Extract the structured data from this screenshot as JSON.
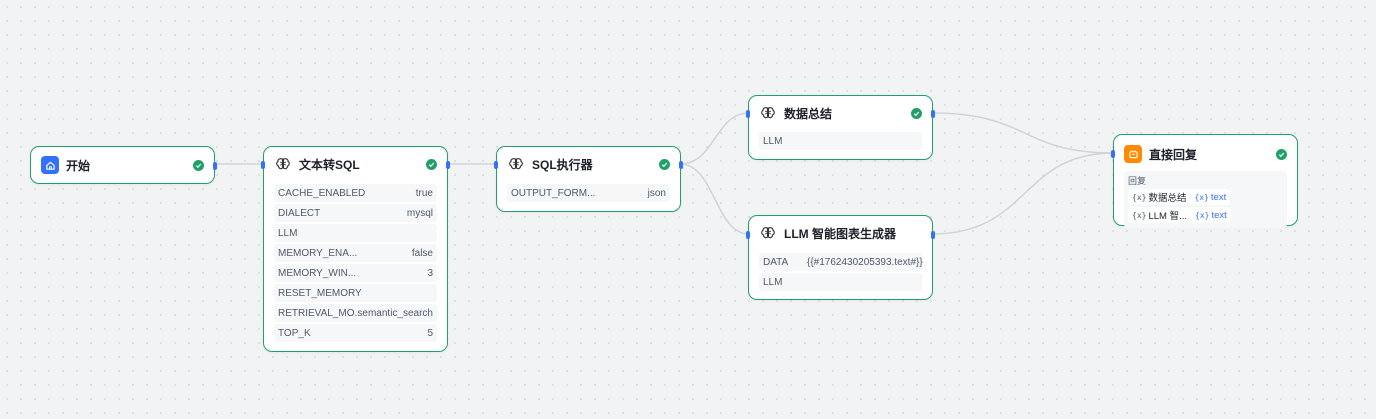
{
  "nodes": {
    "start": {
      "title": "开始",
      "icon": "home-icon"
    },
    "text2sql": {
      "title": "文本转SQL",
      "icon": "brain-icon",
      "params": [
        {
          "key": "CACHE_ENABLED",
          "value": "true"
        },
        {
          "key": "DIALECT",
          "value": "mysql"
        },
        {
          "key": "LLM",
          "value": ""
        },
        {
          "key": "MEMORY_ENA...",
          "value": "false"
        },
        {
          "key": "MEMORY_WIN...",
          "value": "3"
        },
        {
          "key": "RESET_MEMORY",
          "value": ""
        },
        {
          "key": "RETRIEVAL_MO...",
          "value": "semantic_search"
        },
        {
          "key": "TOP_K",
          "value": "5"
        }
      ]
    },
    "sqlexec": {
      "title": "SQL执行器",
      "icon": "brain-icon",
      "params": [
        {
          "key": "OUTPUT_FORM...",
          "value": "json"
        }
      ]
    },
    "summary": {
      "title": "数据总结",
      "icon": "brain-icon",
      "params": [
        {
          "key": "LLM",
          "value": ""
        }
      ]
    },
    "chart": {
      "title": "LLM 智能图表生成器",
      "icon": "brain-icon",
      "params": [
        {
          "key": "DATA",
          "value": "{{#1762430205393.text#}}"
        },
        {
          "key": "LLM",
          "value": ""
        }
      ]
    },
    "reply": {
      "title": "直接回复",
      "icon": "reply-icon",
      "section_label": "回复",
      "refs": [
        {
          "source": "数据总结",
          "var": "text"
        },
        {
          "source": "LLM 智...",
          "var": "text"
        }
      ]
    }
  },
  "colors": {
    "border": "#22a06b",
    "status": "#22a06b",
    "port": "#3370ff",
    "edge": "#d0d3d9",
    "start_icon_bg": "#3370ff",
    "reply_icon_bg": "#ff8a00"
  }
}
